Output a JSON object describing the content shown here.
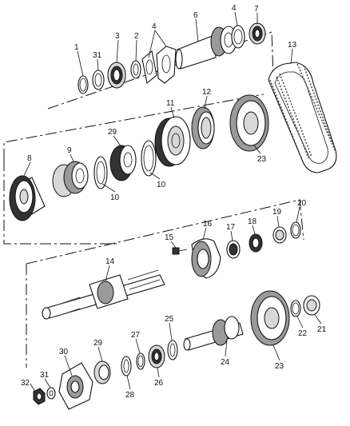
{
  "callouts": {
    "c1": "1",
    "c31a": "31",
    "c3": "3",
    "c2": "2",
    "c4a": "4",
    "c6": "6",
    "c4b": "4",
    "c7": "7",
    "c13": "13",
    "c12": "12",
    "c11": "11",
    "c29a": "29",
    "c8": "8",
    "c9": "9",
    "c10a": "10",
    "c10b": "10",
    "c23a": "23",
    "c16": "16",
    "c15": "15",
    "c17": "17",
    "c18": "18",
    "c19": "19",
    "c20": "20",
    "c14": "14",
    "c29b": "29",
    "c27": "27",
    "c25": "25",
    "c30": "30",
    "c31b": "31",
    "c32": "32",
    "c28": "28",
    "c26": "26",
    "c24": "24",
    "c23b": "23",
    "c22": "22",
    "c21": "21"
  }
}
